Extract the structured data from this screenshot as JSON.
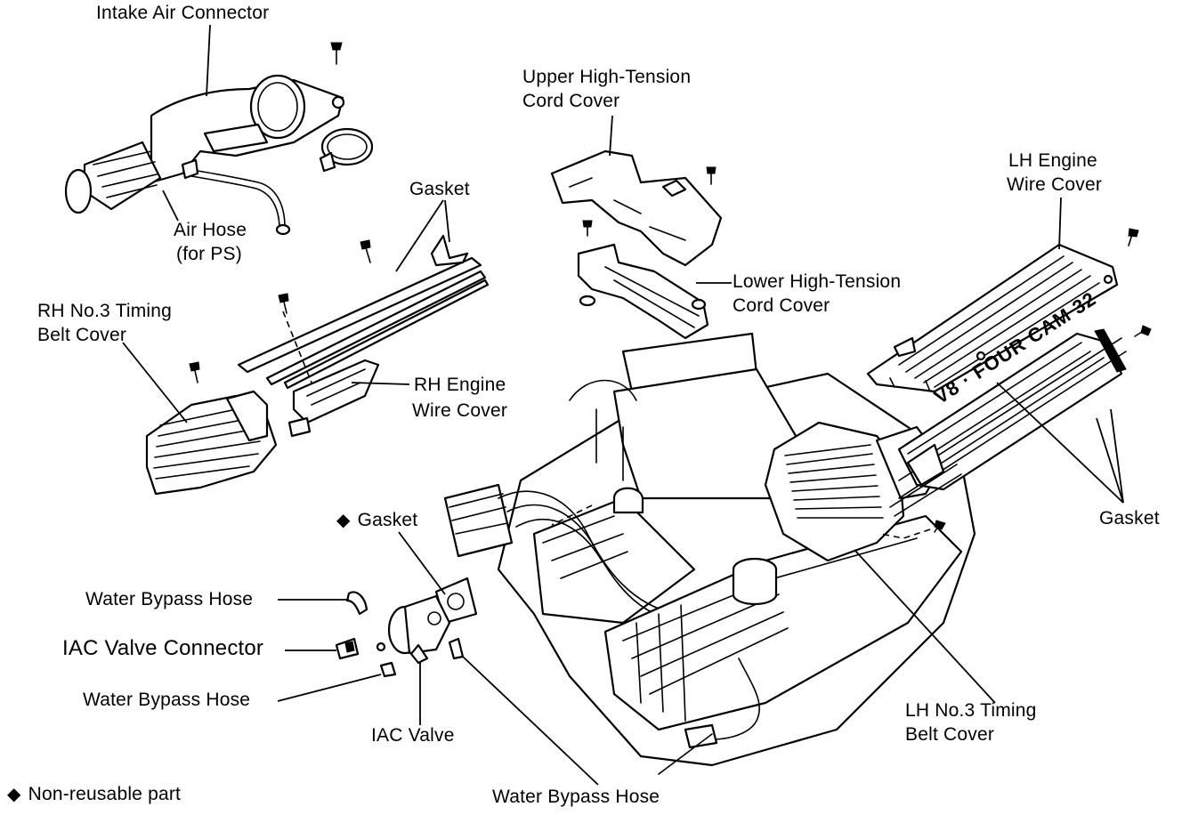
{
  "labels": {
    "intake_air_connector": "Intake Air Connector",
    "air_hose": "Air Hose",
    "air_hose_sub": "(for PS)",
    "gasket_top": "Gasket",
    "rh_no3_line1": "RH No.3 Timing",
    "rh_no3_line2": "Belt Cover",
    "rh_engine_line1": "RH Engine",
    "rh_engine_line2": "Wire Cover",
    "upper_ht_line1": "Upper High-Tension",
    "upper_ht_line2": "Cord Cover",
    "lower_ht_line1": "Lower High-Tension",
    "lower_ht_line2": "Cord Cover",
    "lh_engine_line1": "LH Engine",
    "lh_engine_line2": "Wire Cover",
    "gasket_right": "Gasket",
    "gasket_iac": "Gasket",
    "water_bypass_hose_1": "Water Bypass Hose",
    "iac_valve_connector": "IAC Valve Connector",
    "water_bypass_hose_2": "Water Bypass Hose",
    "iac_valve": "IAC Valve",
    "lh_no3_line1": "LH No.3 Timing",
    "lh_no3_line2": "Belt Cover",
    "water_bypass_hose_bottom": "Water Bypass Hose",
    "legend_text": "Non-reusable part",
    "cover_emblem": "V8 · FOUR CAM 32"
  },
  "symbols": {
    "non_reusable": "◆"
  },
  "colors": {
    "ink": "#000000",
    "paper": "#ffffff"
  }
}
